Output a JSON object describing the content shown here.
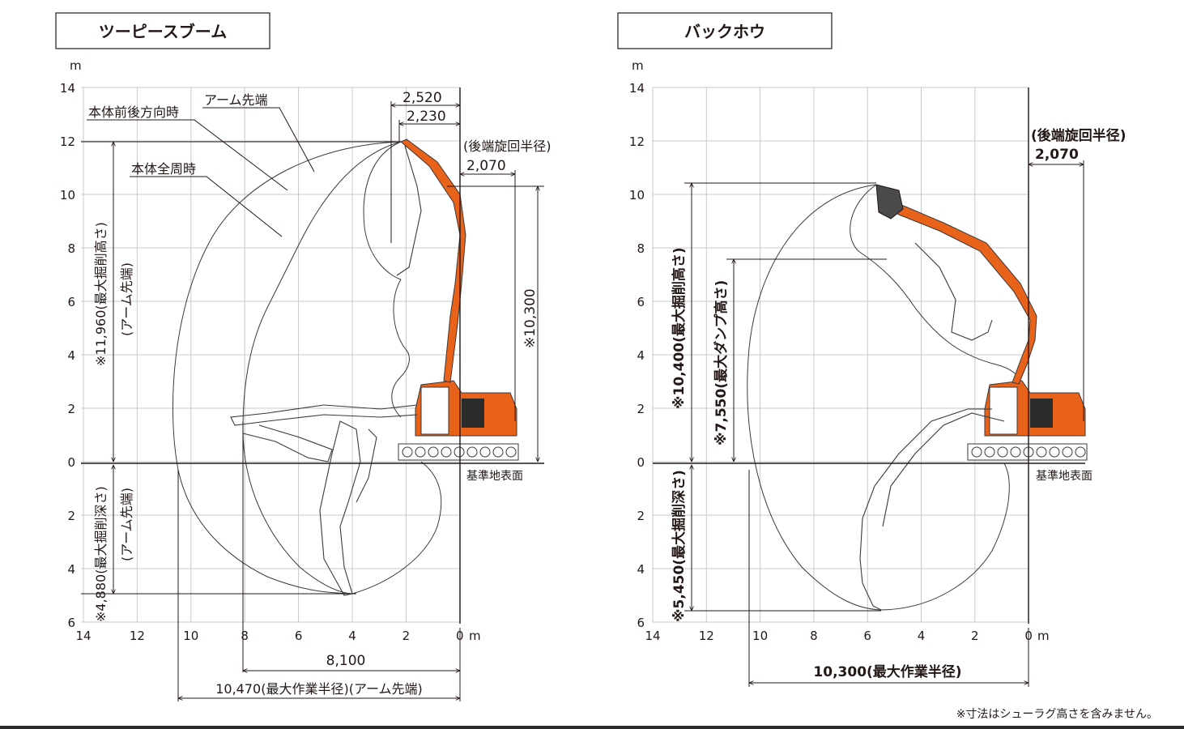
{
  "left_panel": {
    "title": "ツーピースブーム",
    "unit": "m",
    "y_ticks": [
      "14",
      "12",
      "10",
      "8",
      "6",
      "4",
      "2",
      "0",
      "2",
      "4",
      "6"
    ],
    "x_ticks": [
      "14",
      "12",
      "10",
      "8",
      "6",
      "4",
      "2",
      "0"
    ],
    "labels": {
      "arm_tip": "アーム先端",
      "front_rear": "本体前後方向時",
      "all_around": "本体全周時",
      "tail_radius": "(後端旋回半径)",
      "tail_radius_value": "2,070",
      "dim_2520": "2,520",
      "dim_2230": "2,230",
      "height_10300": "※10,300",
      "max_height": "※11,960(最大掘削高さ)",
      "max_height_sub": "(アーム先端)",
      "max_depth": "※4,880(最大掘削深さ)",
      "max_depth_sub": "(アーム先端)",
      "ground": "基準地表面",
      "reach_8100": "8,100",
      "max_reach": "10,470(最大作業半径)(アーム先端)"
    }
  },
  "right_panel": {
    "title": "バックホウ",
    "unit": "m",
    "y_ticks": [
      "14",
      "12",
      "10",
      "8",
      "6",
      "4",
      "2",
      "0",
      "2",
      "4",
      "6"
    ],
    "x_ticks": [
      "14",
      "12",
      "10",
      "8",
      "6",
      "4",
      "2",
      "0"
    ],
    "labels": {
      "tail_radius": "(後端旋回半径)",
      "tail_radius_value": "2,070",
      "max_height": "※10,400(最大掘削高さ)",
      "max_dump": "※7,550(最大ダンプ高さ)",
      "max_depth": "※5,450(最大掘削深さ)",
      "ground": "基準地表面",
      "max_reach": "10,300(最大作業半径)"
    }
  },
  "footnote": "※寸法はシューラグ高さを含みません。",
  "colors": {
    "machine_orange": "#e8621a",
    "background": "#2b2b2b",
    "text": "#231815"
  }
}
